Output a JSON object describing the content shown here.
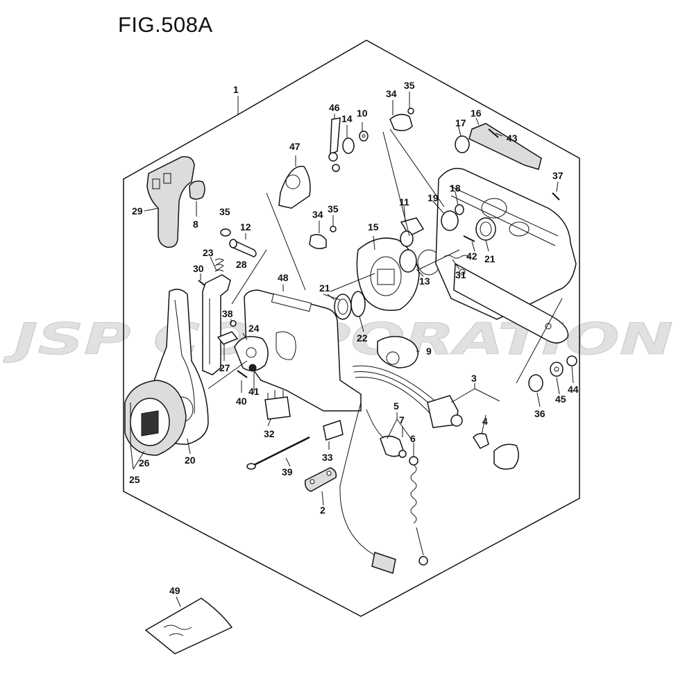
{
  "figure": {
    "title": "FIG.508A"
  },
  "watermark": {
    "text": "JSP CORPORATION"
  },
  "callouts": {
    "c1": "1",
    "c2": "2",
    "c3": "3",
    "c4": "4",
    "c5": "5",
    "c6": "6",
    "c7": "7",
    "c8": "8",
    "c9": "9",
    "c10": "10",
    "c11": "11",
    "c12": "12",
    "c13": "13",
    "c14": "14",
    "c15": "15",
    "c16": "16",
    "c17": "17",
    "c18": "18",
    "c19": "19",
    "c20": "20",
    "c21a": "21",
    "c21b": "21",
    "c22": "22",
    "c23": "23",
    "c24": "24",
    "c25": "25",
    "c26": "26",
    "c27": "27",
    "c28": "28",
    "c29": "29",
    "c30": "30",
    "c31": "31",
    "c32": "32",
    "c33": "33",
    "c34a": "34",
    "c34b": "34",
    "c35a": "35",
    "c35b": "35",
    "c35c": "35",
    "c36": "36",
    "c37": "37",
    "c38": "38",
    "c39": "39",
    "c40": "40",
    "c41": "41",
    "c42": "42",
    "c43": "43",
    "c44": "44",
    "c45": "45",
    "c46": "46",
    "c47": "47",
    "c48": "48",
    "c49": "49"
  }
}
